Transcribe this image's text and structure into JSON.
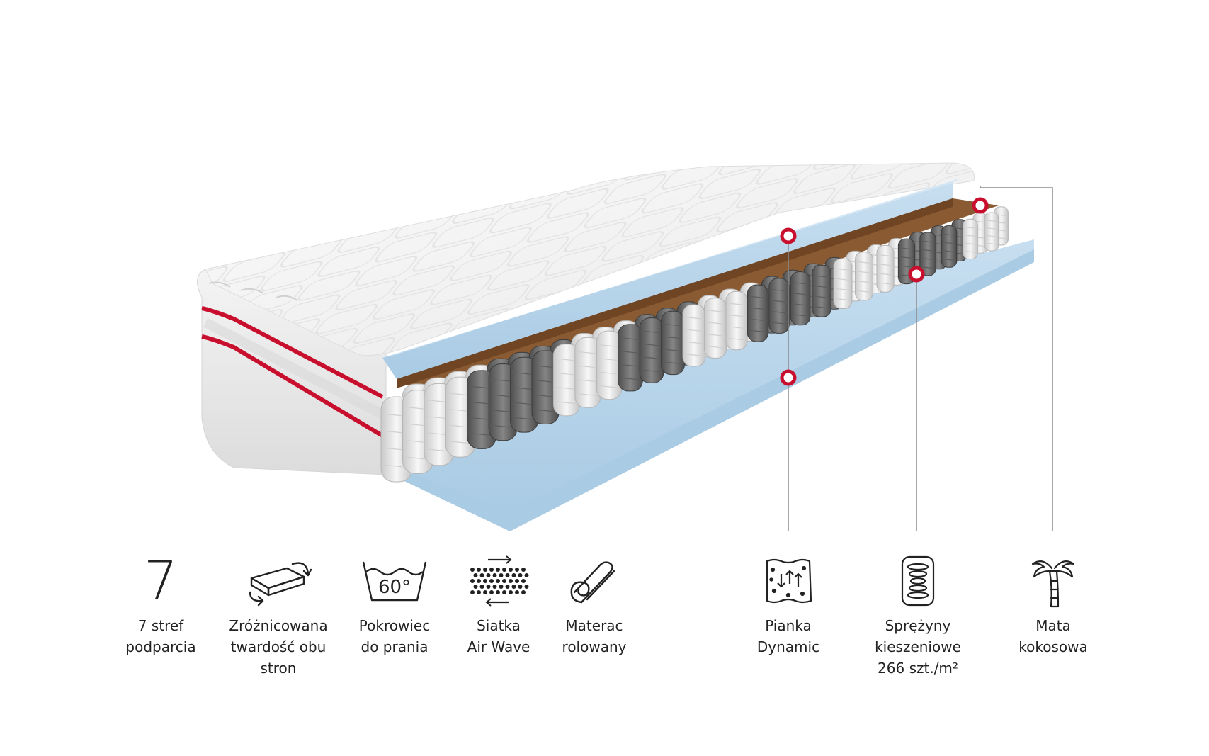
{
  "features_left": [
    {
      "id": "zones",
      "big_text": "7",
      "label": "7 stref\npodparcia",
      "icon": "number-7"
    },
    {
      "id": "firmness",
      "label": "Zróżnicowana\ntwardość obu\nstron",
      "icon": "flip-mattress-icon"
    },
    {
      "id": "washable",
      "icon_text": "60°",
      "label": "Pokrowiec\ndo prania",
      "icon": "wash-60-icon"
    },
    {
      "id": "airwave",
      "label": "Siatka\nAir Wave",
      "icon": "mesh-airflow-icon"
    },
    {
      "id": "rolled",
      "label": "Materac\nrolowany",
      "icon": "rolled-mattress-icon"
    }
  ],
  "features_right": [
    {
      "id": "foam",
      "label": "Pianka\nDynamic",
      "icon": "foam-icon"
    },
    {
      "id": "springs",
      "label": "Sprężyny\nkieszeniowe\n266 szt./m²",
      "icon": "spring-icon"
    },
    {
      "id": "coconut",
      "label": "Mata\nkokosowa",
      "icon": "palm-tree-icon"
    }
  ],
  "colors": {
    "accent_red": "#c8102e",
    "foam_blue": "#b6d4ea",
    "coconut_brown": "#8a5a32",
    "spring_gray": "#6e6e6e",
    "spring_white": "#ececec"
  }
}
